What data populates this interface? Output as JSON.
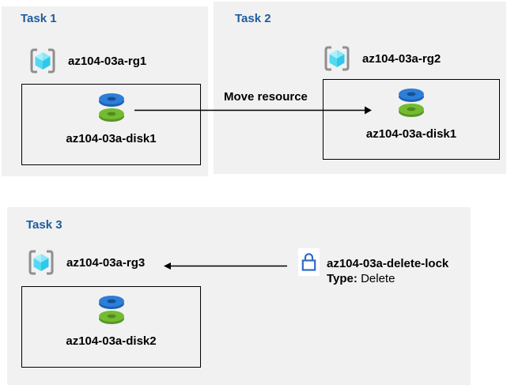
{
  "tasks": [
    {
      "title": "Task 1",
      "resource_group": "az104-03a-rg1",
      "resource": "az104-03a-disk1"
    },
    {
      "title": "Task 2",
      "resource_group": "az104-03a-rg2",
      "resource": "az104-03a-disk1"
    },
    {
      "title": "Task 3",
      "resource_group": "az104-03a-rg3",
      "resource": "az104-03a-disk2"
    }
  ],
  "move_arrow": {
    "label": "Move resource"
  },
  "delete_lock": {
    "name": "az104-03a-delete-lock",
    "type_label": "Type:",
    "type_value": "Delete"
  },
  "icons": {
    "resource_group": "resource-group-icon",
    "disk": "disk-icon",
    "lock": "lock-icon"
  },
  "colors": {
    "panel_bg": "#f1f1f1",
    "task_title_blue": "#1e5c9e",
    "box_border": "#000000",
    "arrow": "#000000",
    "lock_blue": "#2f6bc4",
    "disk_blue_top": "#2e7dd7",
    "disk_blue_side": "#1a63b4",
    "disk_green_top": "#74bb30",
    "disk_green_side": "#5a9427",
    "cube_cyan": "#55d9f2",
    "bracket_gray": "#8f8f8f"
  }
}
